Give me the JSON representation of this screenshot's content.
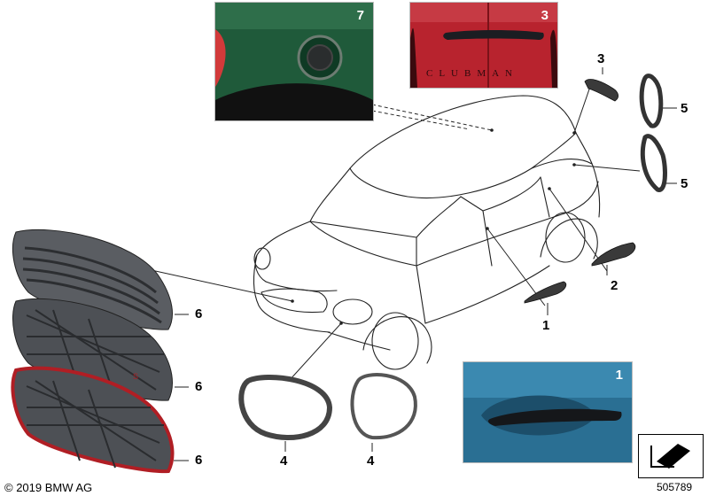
{
  "photos": [
    {
      "id": "7",
      "label": "7",
      "description": "fuel filler flap detail"
    },
    {
      "id": "3",
      "label": "3",
      "description": "tailgate handle detail",
      "badge_text": "CLUBMAN"
    },
    {
      "id": "1",
      "label": "1",
      "description": "door handle detail"
    }
  ],
  "callouts": {
    "c3": "3",
    "c5a": "5",
    "c5b": "5",
    "c2": "2",
    "c1": "1",
    "c6a": "6",
    "c6b": "6",
    "c6c": "6",
    "c4a": "4",
    "c4b": "4"
  },
  "footer": {
    "copyright": "© 2019 BMW AG",
    "diagram_id": "505789"
  },
  "colors": {
    "photo7_bg": "#1f5a3a",
    "photo3_bg": "#b8232e",
    "photo1_bg": "#2a6f93",
    "grille_red_trim": "#b01e24",
    "line": "#222222"
  }
}
